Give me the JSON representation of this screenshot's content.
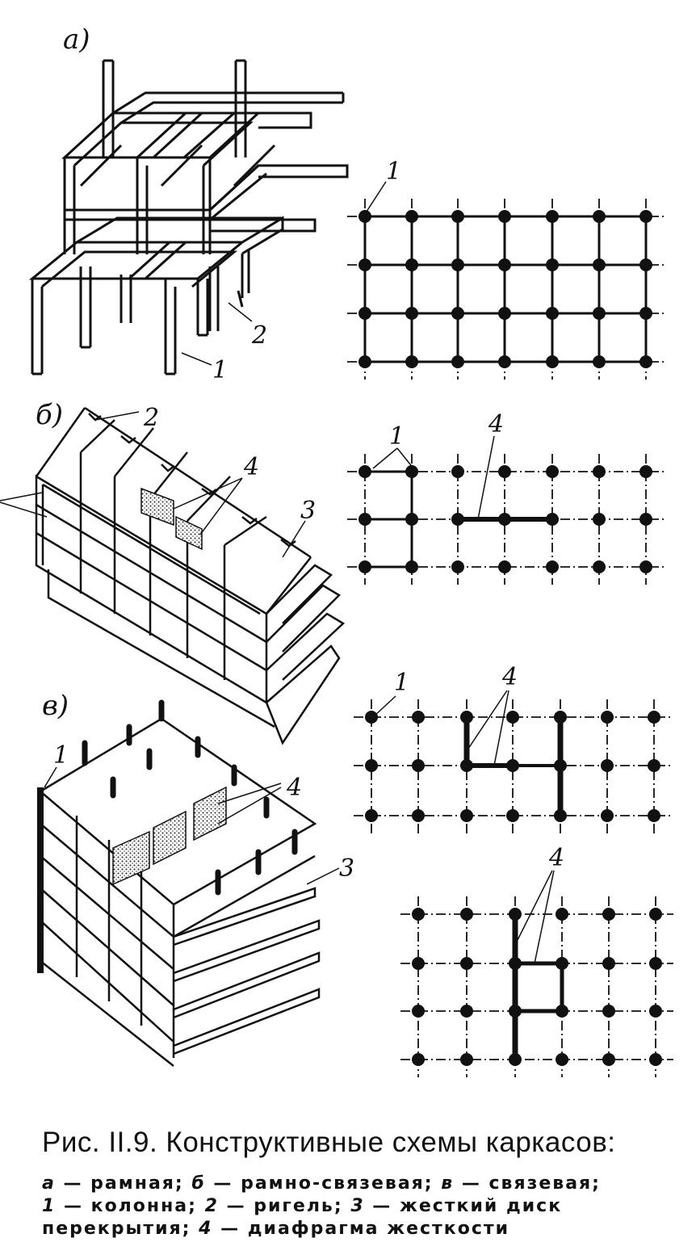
{
  "panels": [
    {
      "label": "а)",
      "plan_callouts": [
        "1"
      ],
      "view_callouts": [
        "1",
        "2"
      ]
    },
    {
      "label": "б)",
      "plan_callouts": [
        "1",
        "4"
      ],
      "view_callouts": [
        "2",
        "4",
        "3"
      ]
    },
    {
      "label": "в)",
      "plan_callouts": [
        "1",
        "4",
        "4"
      ],
      "view_callouts": [
        "1",
        "4",
        "3"
      ]
    }
  ],
  "caption": {
    "title": "Рис. II.9. Конструктивные схемы каркасов:",
    "legend": [
      {
        "key": "а",
        "text": " — рамная;   "
      },
      {
        "key": "б",
        "text": " — рамно-связевая;   "
      },
      {
        "key": "в",
        "text": " — связевая;"
      },
      {
        "key": "1",
        "text": " — колонна;  "
      },
      {
        "key": "2",
        "text": " — ригель;  "
      },
      {
        "key": "3",
        "text": " — жесткий диск перекрытия;  "
      },
      {
        "key": "4",
        "text": " — диафрагма жесткости"
      }
    ]
  },
  "colors": {
    "ink": "#111111",
    "paper": "#ffffff",
    "fill": "#d8d8d8"
  }
}
